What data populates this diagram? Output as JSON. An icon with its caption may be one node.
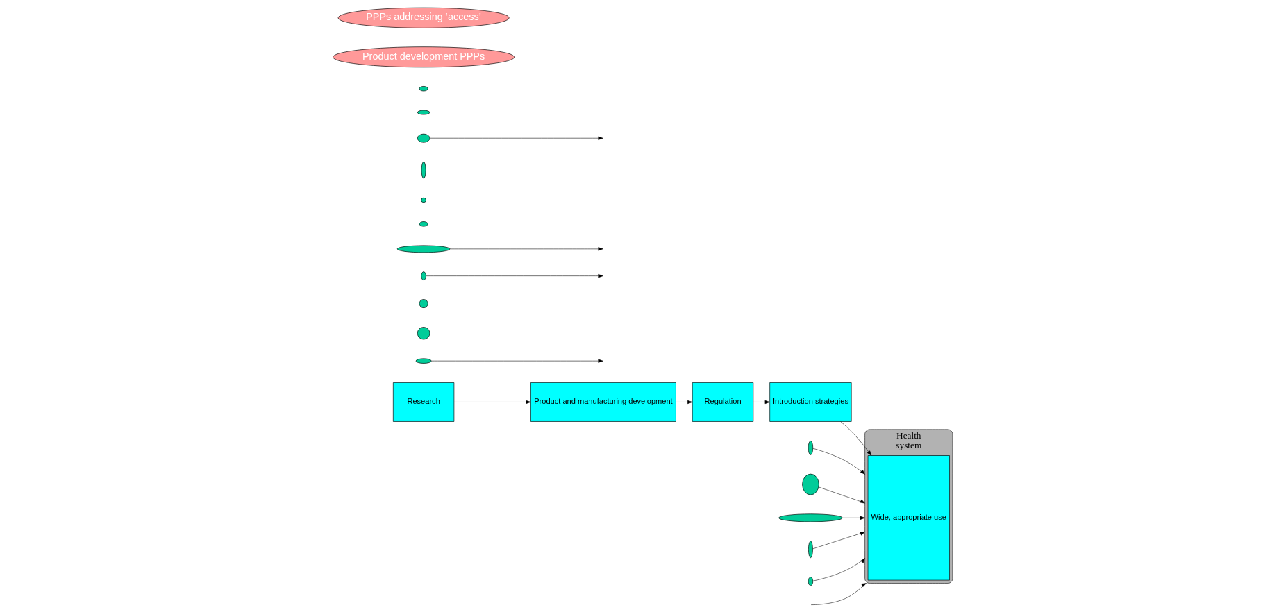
{
  "diagram": {
    "nodes": [
      {
        "text": [
          "Research"
        ]
      },
      {
        "text": [
          "Product and manufacturing development"
        ]
      },
      {
        "text": [
          "Regulation"
        ]
      },
      {
        "text": [
          "Introduction strategies"
        ]
      },
      {
        "text": [
          "Health",
          "system"
        ]
      },
      {
        "text": [
          "Wide, appropriate use"
        ],
        "in": 4
      },
      {
        "text": [],
        "shape": "ellipse"
      },
      {
        "text": [],
        "shape": "ellipse"
      },
      {
        "text": [],
        "shape": "circle"
      },
      {
        "text": [],
        "shape": "circle"
      },
      {
        "text": [],
        "shape": "ellipse"
      },
      {
        "text": [],
        "shape": "ellipse"
      },
      {
        "text": [],
        "shape": "ellipse"
      },
      {
        "text": [],
        "shape": "ellipse"
      },
      {
        "text": [],
        "shape": "circle"
      },
      {
        "text": [],
        "shape": "ellipse"
      },
      {
        "text": [],
        "shape": "ellipse"
      },
      {
        "text": [],
        "shape": "ellipse"
      },
      {
        "text": [],
        "shape": "ellipse"
      },
      {
        "text": [],
        "shape": "ellipse"
      },
      {
        "text": [],
        "shape": "ellipse"
      },
      {
        "text": [],
        "shape": "ellipse"
      },
      {
        "text": [
          "Product development PPPs"
        ]
      },
      {
        "text": [
          "PPPs addressing ‘access’"
        ]
      }
    ],
    "edges": [
      {
        "from": 0,
        "to": 1,
        "arrow": "to"
      },
      {
        "from": 1,
        "to": 2,
        "arrow": "to"
      },
      {
        "from": 2,
        "to": 3,
        "arrow": "to"
      },
      {
        "from": 3,
        "to": 5,
        "arrow": "to"
      },
      {
        "from": 6,
        "to": null,
        "arrow": "to"
      },
      {
        "from": 7,
        "to": 4,
        "arrow": "to"
      },
      {
        "from": 10,
        "to": 4,
        "arrow": "to"
      },
      {
        "from": 11,
        "to": null,
        "arrow": "to"
      },
      {
        "from": 12,
        "to": null,
        "arrow": "to"
      },
      {
        "from": null,
        "to": 4,
        "arrow": "to"
      },
      {
        "from": 16,
        "to": null,
        "arrow": "to"
      },
      {
        "from": 19,
        "to": 4,
        "arrow": "to"
      },
      {
        "from": 20,
        "to": 4,
        "arrow": "to"
      },
      {
        "from": 21,
        "to": 4,
        "arrow": "to"
      }
    ]
  }
}
